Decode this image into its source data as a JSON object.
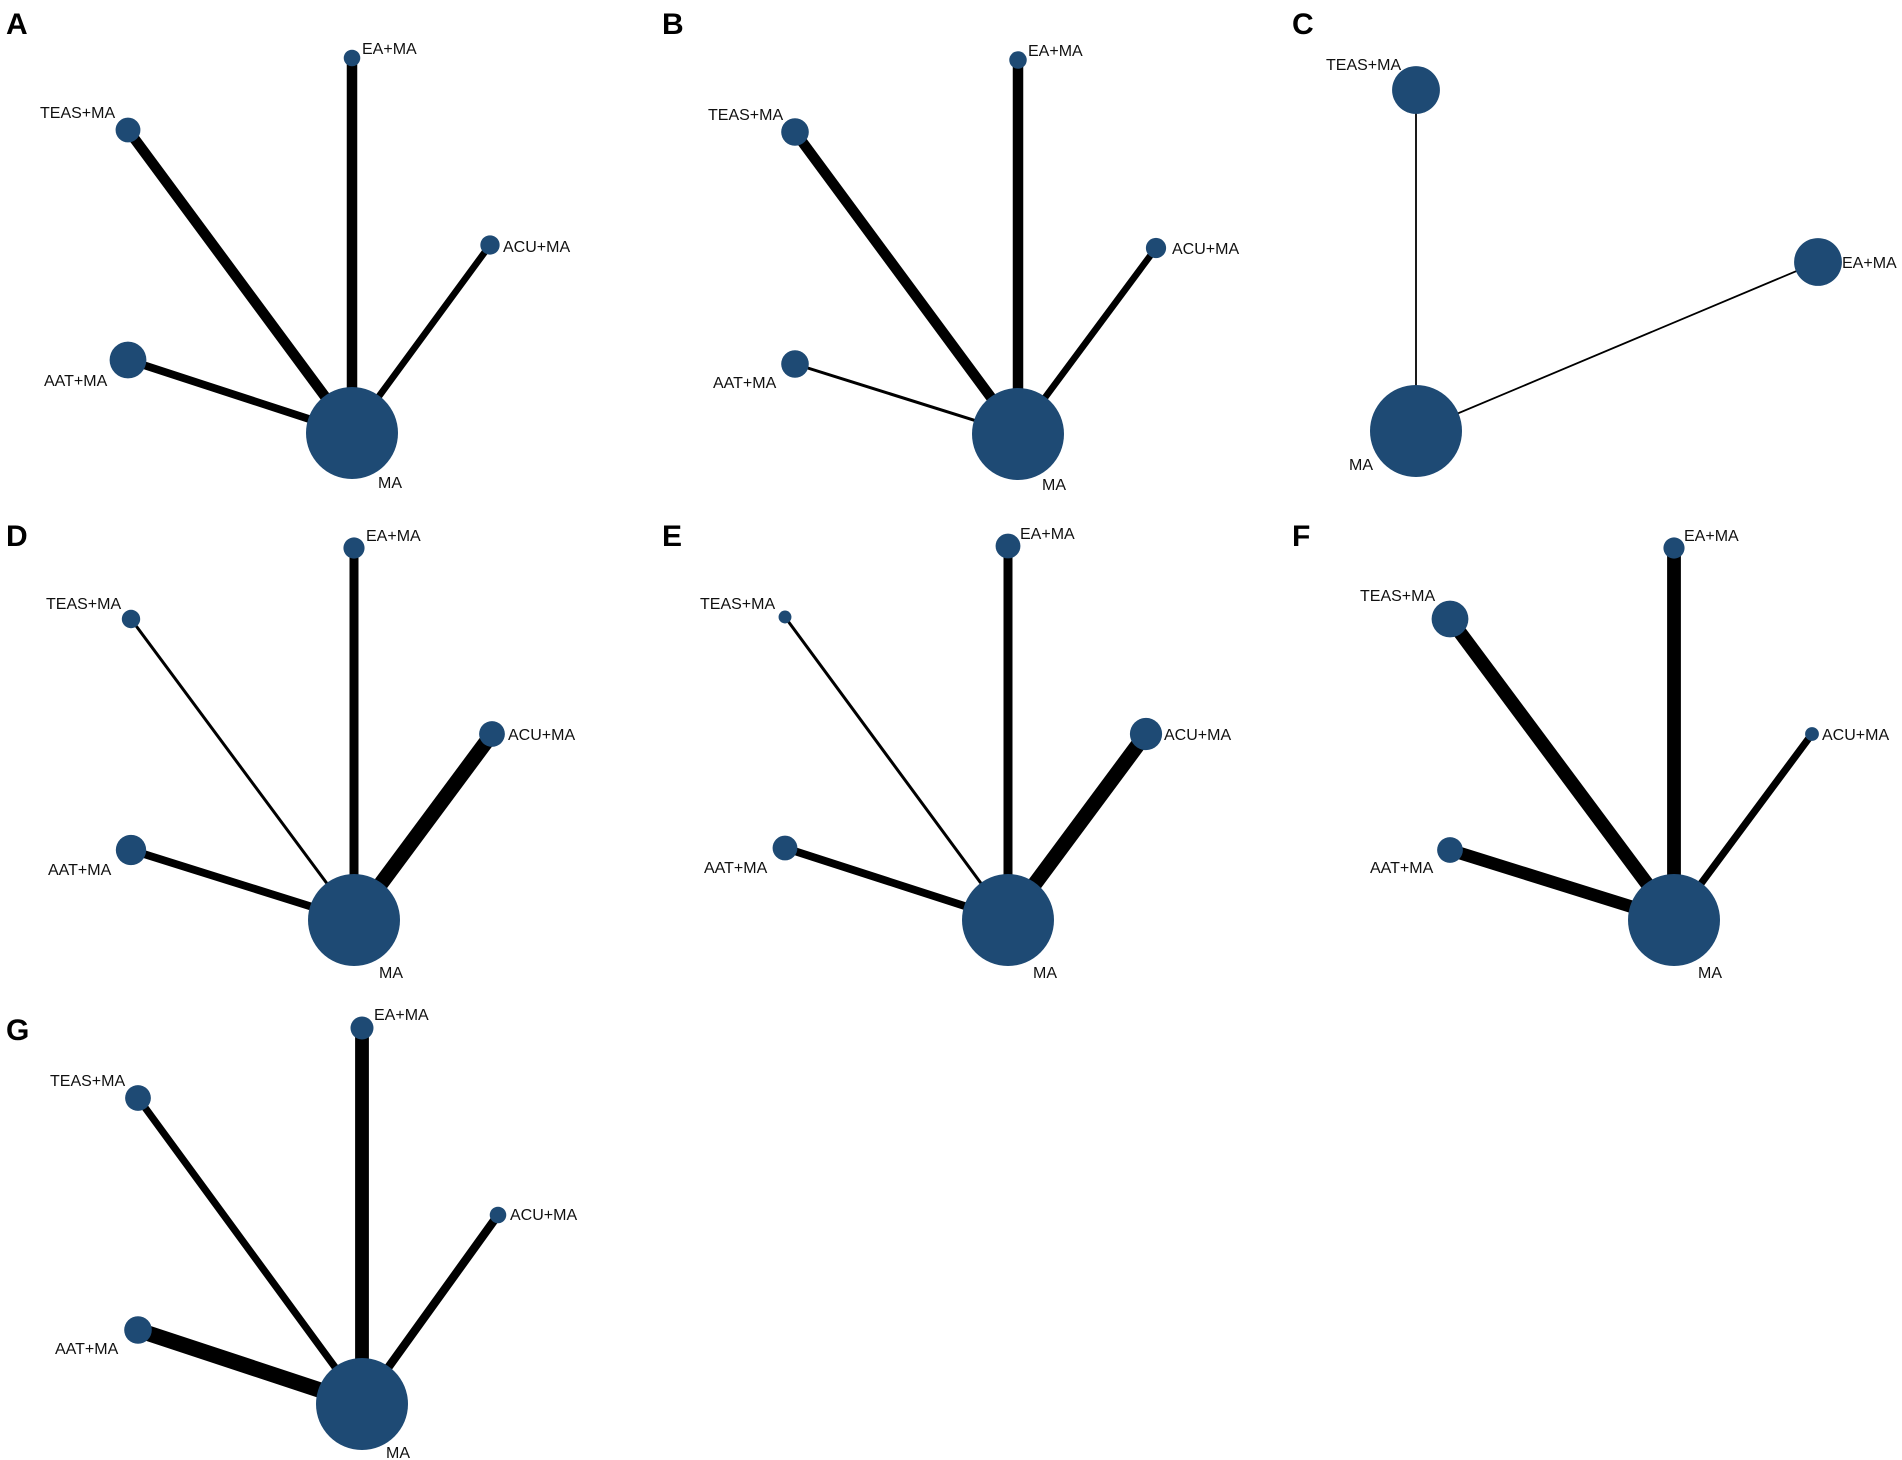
{
  "style": {
    "node_color": "#1e4a74",
    "edge_color": "#000000",
    "background": "#ffffff"
  },
  "panels": [
    {
      "letter": "A",
      "nodes": [
        {
          "id": "MA",
          "label": "MA",
          "size": 1.0
        },
        {
          "id": "EA",
          "label": "EA+MA",
          "size": 0.18
        },
        {
          "id": "TEAS",
          "label": "TEAS+MA",
          "size": 0.27
        },
        {
          "id": "ACU",
          "label": "ACU+MA",
          "size": 0.21
        },
        {
          "id": "AAT",
          "label": "AAT+MA",
          "size": 0.4
        }
      ],
      "edges": [
        {
          "from": "MA",
          "to": "EA",
          "weight": 3.5
        },
        {
          "from": "MA",
          "to": "TEAS",
          "weight": 3.5
        },
        {
          "from": "MA",
          "to": "ACU",
          "weight": 2.2
        },
        {
          "from": "MA",
          "to": "AAT",
          "weight": 2.6
        }
      ]
    },
    {
      "letter": "B",
      "nodes": [
        {
          "id": "MA",
          "label": "MA",
          "size": 1.0
        },
        {
          "id": "EA",
          "label": "EA+MA",
          "size": 0.19
        },
        {
          "id": "TEAS",
          "label": "TEAS+MA",
          "size": 0.3
        },
        {
          "id": "ACU",
          "label": "ACU+MA",
          "size": 0.22
        },
        {
          "id": "AAT",
          "label": "AAT+MA",
          "size": 0.3
        }
      ],
      "edges": [
        {
          "from": "MA",
          "to": "EA",
          "weight": 3.5
        },
        {
          "from": "MA",
          "to": "TEAS",
          "weight": 3.5
        },
        {
          "from": "MA",
          "to": "ACU",
          "weight": 2.2
        },
        {
          "from": "MA",
          "to": "AAT",
          "weight": 1.0
        }
      ]
    },
    {
      "letter": "C",
      "nodes": [
        {
          "id": "MA",
          "label": "MA",
          "size": 1.0
        },
        {
          "id": "TEAS",
          "label": "TEAS+MA",
          "size": 0.52
        },
        {
          "id": "EA",
          "label": "EA+MA",
          "size": 0.52
        }
      ],
      "edges": [
        {
          "from": "MA",
          "to": "TEAS",
          "weight": 0.6
        },
        {
          "from": "MA",
          "to": "EA",
          "weight": 0.6
        }
      ]
    },
    {
      "letter": "D",
      "nodes": [
        {
          "id": "MA",
          "label": "MA",
          "size": 1.0
        },
        {
          "id": "EA",
          "label": "EA+MA",
          "size": 0.23
        },
        {
          "id": "TEAS",
          "label": "TEAS+MA",
          "size": 0.2
        },
        {
          "id": "ACU",
          "label": "ACU+MA",
          "size": 0.28
        },
        {
          "id": "AAT",
          "label": "AAT+MA",
          "size": 0.33
        }
      ],
      "edges": [
        {
          "from": "MA",
          "to": "EA",
          "weight": 3.0
        },
        {
          "from": "MA",
          "to": "TEAS",
          "weight": 1.0
        },
        {
          "from": "MA",
          "to": "ACU",
          "weight": 5.0
        },
        {
          "from": "MA",
          "to": "AAT",
          "weight": 2.6
        }
      ]
    },
    {
      "letter": "E",
      "nodes": [
        {
          "id": "MA",
          "label": "MA",
          "size": 1.0
        },
        {
          "id": "EA",
          "label": "EA+MA",
          "size": 0.27
        },
        {
          "id": "TEAS",
          "label": "TEAS+MA",
          "size": 0.14
        },
        {
          "id": "ACU",
          "label": "ACU+MA",
          "size": 0.35
        },
        {
          "id": "AAT",
          "label": "AAT+MA",
          "size": 0.27
        }
      ],
      "edges": [
        {
          "from": "MA",
          "to": "EA",
          "weight": 3.0
        },
        {
          "from": "MA",
          "to": "TEAS",
          "weight": 1.0
        },
        {
          "from": "MA",
          "to": "ACU",
          "weight": 5.0
        },
        {
          "from": "MA",
          "to": "AAT",
          "weight": 2.6
        }
      ]
    },
    {
      "letter": "F",
      "nodes": [
        {
          "id": "MA",
          "label": "MA",
          "size": 1.0
        },
        {
          "id": "EA",
          "label": "EA+MA",
          "size": 0.23
        },
        {
          "id": "TEAS",
          "label": "TEAS+MA",
          "size": 0.4
        },
        {
          "id": "ACU",
          "label": "ACU+MA",
          "size": 0.15
        },
        {
          "id": "AAT",
          "label": "AAT+MA",
          "size": 0.28
        }
      ],
      "edges": [
        {
          "from": "MA",
          "to": "EA",
          "weight": 4.6
        },
        {
          "from": "MA",
          "to": "TEAS",
          "weight": 4.6
        },
        {
          "from": "MA",
          "to": "ACU",
          "weight": 2.4
        },
        {
          "from": "MA",
          "to": "AAT",
          "weight": 4.2
        }
      ]
    },
    {
      "letter": "G",
      "nodes": [
        {
          "id": "MA",
          "label": "MA",
          "size": 1.0
        },
        {
          "id": "EA",
          "label": "EA+MA",
          "size": 0.25
        },
        {
          "id": "TEAS",
          "label": "TEAS+MA",
          "size": 0.28
        },
        {
          "id": "ACU",
          "label": "ACU+MA",
          "size": 0.18
        },
        {
          "id": "AAT",
          "label": "AAT+MA",
          "size": 0.3
        }
      ],
      "edges": [
        {
          "from": "MA",
          "to": "EA",
          "weight": 4.6
        },
        {
          "from": "MA",
          "to": "TEAS",
          "weight": 2.4
        },
        {
          "from": "MA",
          "to": "ACU",
          "weight": 2.8
        },
        {
          "from": "MA",
          "to": "AAT",
          "weight": 5.2
        }
      ]
    }
  ]
}
